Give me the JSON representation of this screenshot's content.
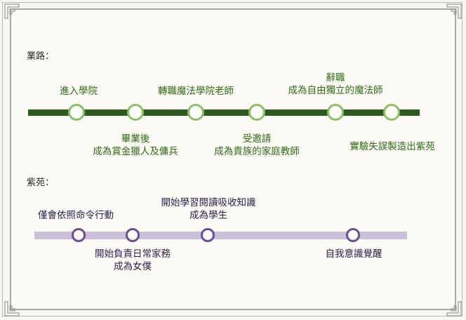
{
  "industry_section": {
    "label": "業路：",
    "events": [
      {
        "lines": [
          "進入學院"
        ]
      },
      {
        "lines": [
          "畢業後",
          "成為賞金獵人及傭兵"
        ]
      },
      {
        "lines": [
          "轉職魔法學院老師"
        ]
      },
      {
        "lines": [
          "受邀請",
          "成為貴族的家庭教師"
        ]
      },
      {
        "lines": [
          "辭職",
          "成為自由獨立的魔法師"
        ]
      },
      {
        "lines": [
          "實驗失誤製造出紫苑"
        ]
      }
    ]
  },
  "shion_section": {
    "label": "紫苑：",
    "events": [
      {
        "lines": [
          "僅會依照命令行動"
        ]
      },
      {
        "lines": [
          "開始負責日常家務",
          "成為女僕"
        ]
      },
      {
        "lines": [
          "開始學習閱讀吸收知識",
          "成為學生"
        ]
      },
      {
        "lines": [
          "自我意識覺醒"
        ]
      }
    ]
  },
  "colors": {
    "green_track": "#2d5a1f",
    "green_node": "#8ac060",
    "green_text": "#2f6a12",
    "purple_track": "#cbbfda",
    "purple_node": "#6b4e94",
    "purple_text": "#2b1d4a"
  }
}
